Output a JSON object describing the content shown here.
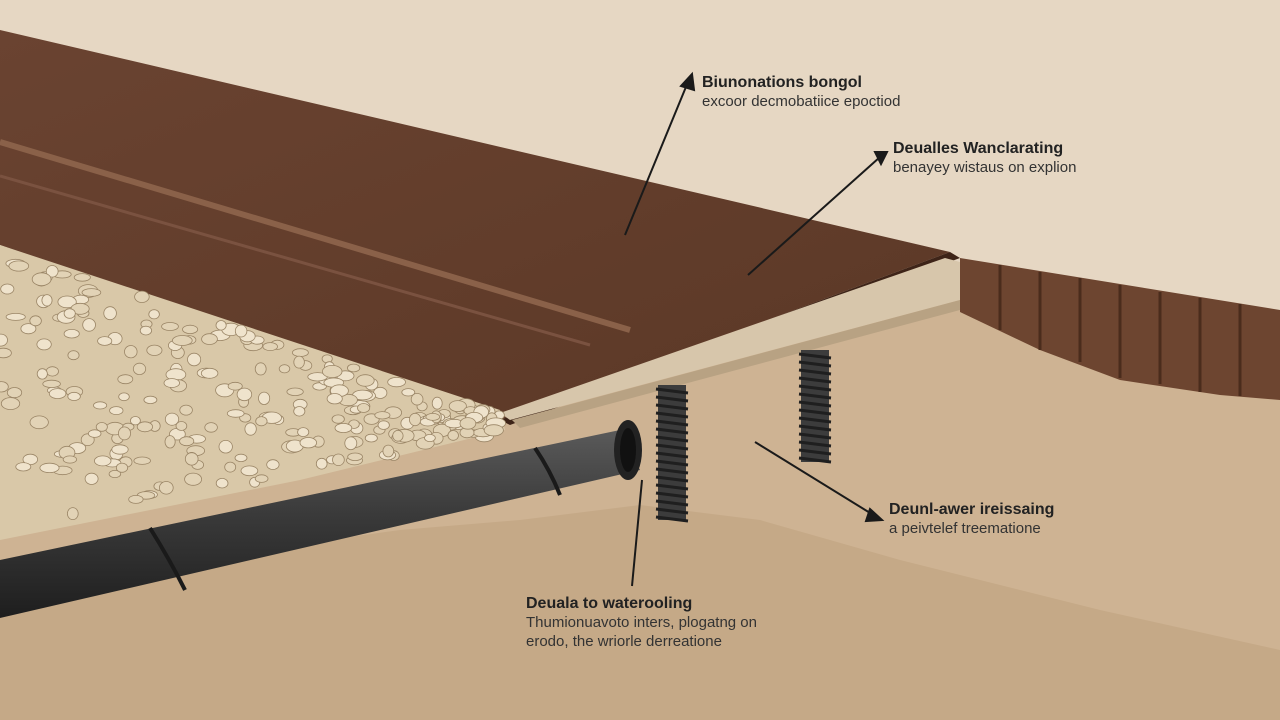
{
  "callouts": [
    {
      "title": "Biunonations bongol",
      "desc": "excoor decmobatiice epoctiod"
    },
    {
      "title": "Deualles Wanclarating",
      "desc": "benayey wistaus on explion"
    },
    {
      "title": "Deunl-awer ireissaing",
      "desc": "a peivtelef treemationе"
    },
    {
      "title": "Deuala to waterooling",
      "desc1": "Thumionuavoto inters, plogatng on",
      "desc2": "erodo, the wriorle derreatione"
    }
  ],
  "colors": {
    "background": "#e6d7c3",
    "soil": "#ceb393",
    "board": "#6b4330",
    "pipe": "#3a3a3a",
    "gravel": "#e9dcc4",
    "arrow": "#1a1a1a"
  }
}
